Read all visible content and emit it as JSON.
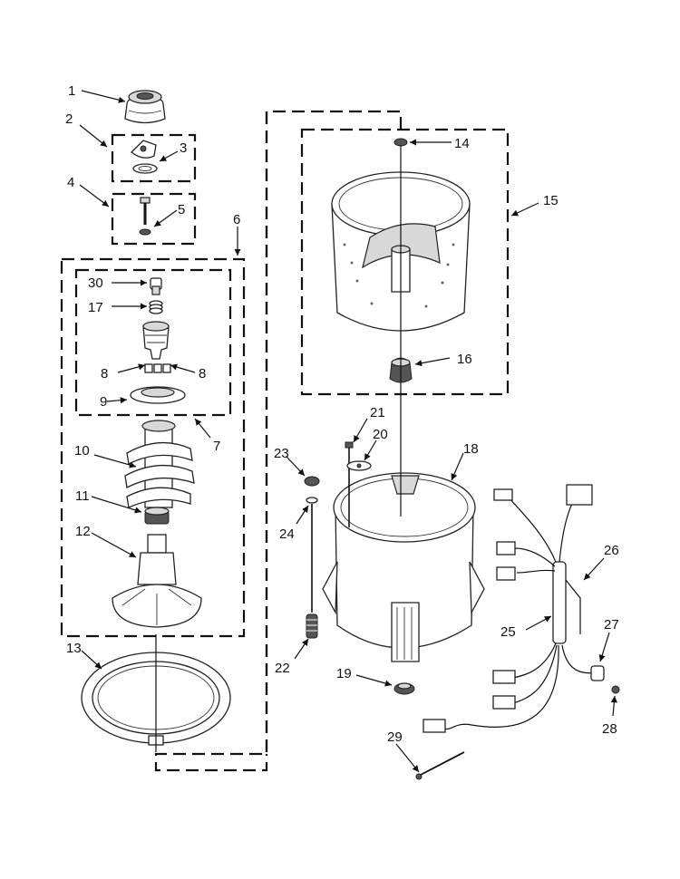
{
  "diagram": {
    "callouts": [
      {
        "id": "1",
        "label": "1"
      },
      {
        "id": "2",
        "label": "2"
      },
      {
        "id": "3",
        "label": "3"
      },
      {
        "id": "4",
        "label": "4"
      },
      {
        "id": "5",
        "label": "5"
      },
      {
        "id": "6",
        "label": "6"
      },
      {
        "id": "30",
        "label": "30"
      },
      {
        "id": "17",
        "label": "17"
      },
      {
        "id": "8a",
        "label": "8"
      },
      {
        "id": "8b",
        "label": "8"
      },
      {
        "id": "9",
        "label": "9"
      },
      {
        "id": "7",
        "label": "7"
      },
      {
        "id": "10",
        "label": "10"
      },
      {
        "id": "11",
        "label": "11"
      },
      {
        "id": "12",
        "label": "12"
      },
      {
        "id": "13",
        "label": "13"
      },
      {
        "id": "14",
        "label": "14"
      },
      {
        "id": "15",
        "label": "15"
      },
      {
        "id": "16",
        "label": "16"
      },
      {
        "id": "21",
        "label": "21"
      },
      {
        "id": "20",
        "label": "20"
      },
      {
        "id": "18",
        "label": "18"
      },
      {
        "id": "23",
        "label": "23"
      },
      {
        "id": "24",
        "label": "24"
      },
      {
        "id": "22",
        "label": "22"
      },
      {
        "id": "19",
        "label": "19"
      },
      {
        "id": "25",
        "label": "25"
      },
      {
        "id": "26",
        "label": "26"
      },
      {
        "id": "27",
        "label": "27"
      },
      {
        "id": "28",
        "label": "28"
      },
      {
        "id": "29",
        "label": "29"
      }
    ]
  }
}
